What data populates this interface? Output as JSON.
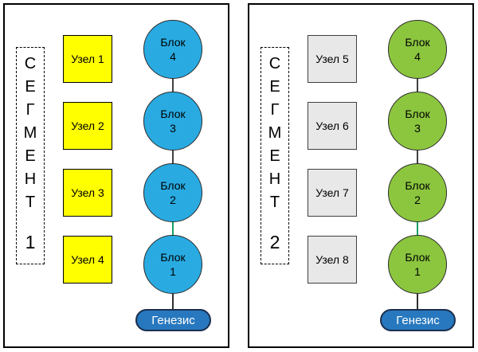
{
  "diagram": {
    "panels": [
      {
        "segment": {
          "word": "СЕГМЕНТ",
          "letters": [
            "С",
            "Е",
            "Г",
            "М",
            "Е",
            "Н",
            "Т"
          ],
          "number": "1"
        },
        "nodes": [
          {
            "label": "Узел 1"
          },
          {
            "label": "Узел 2"
          },
          {
            "label": "Узел 3"
          },
          {
            "label": "Узел 4"
          }
        ],
        "blocks": [
          {
            "name": "Блок",
            "number": "4"
          },
          {
            "name": "Блок",
            "number": "3"
          },
          {
            "name": "Блок",
            "number": "2"
          },
          {
            "name": "Блок",
            "number": "1"
          }
        ],
        "genesis": {
          "label": "Генезис"
        },
        "colors": {
          "node_fill": "#FFFF00",
          "node_border": "#000000",
          "block_fill": "#29ABE2",
          "block_border": "#2B2B2B",
          "genesis_fill": "#2778BE",
          "genesis_border": "#1B2F4E"
        }
      },
      {
        "segment": {
          "word": "СЕГМЕНТ",
          "letters": [
            "С",
            "Е",
            "Г",
            "М",
            "Е",
            "Н",
            "Т"
          ],
          "number": "2"
        },
        "nodes": [
          {
            "label": "Узел 5"
          },
          {
            "label": "Узел 6"
          },
          {
            "label": "Узел 7"
          },
          {
            "label": "Узел 8"
          }
        ],
        "blocks": [
          {
            "name": "Блок",
            "number": "4"
          },
          {
            "name": "Блок",
            "number": "3"
          },
          {
            "name": "Блок",
            "number": "2"
          },
          {
            "name": "Блок",
            "number": "1"
          }
        ],
        "genesis": {
          "label": "Генезис"
        },
        "colors": {
          "node_fill": "#E8E8E8",
          "node_border": "#3F3F3F",
          "block_fill": "#8CC63F",
          "block_border": "#2B2B2B",
          "genesis_fill": "#2778BE",
          "genesis_border": "#1B2F4E"
        }
      }
    ],
    "connectors": {
      "default_color": "#404040",
      "highlight_color": "#17A065",
      "genesis_link_color": "#303030"
    }
  }
}
